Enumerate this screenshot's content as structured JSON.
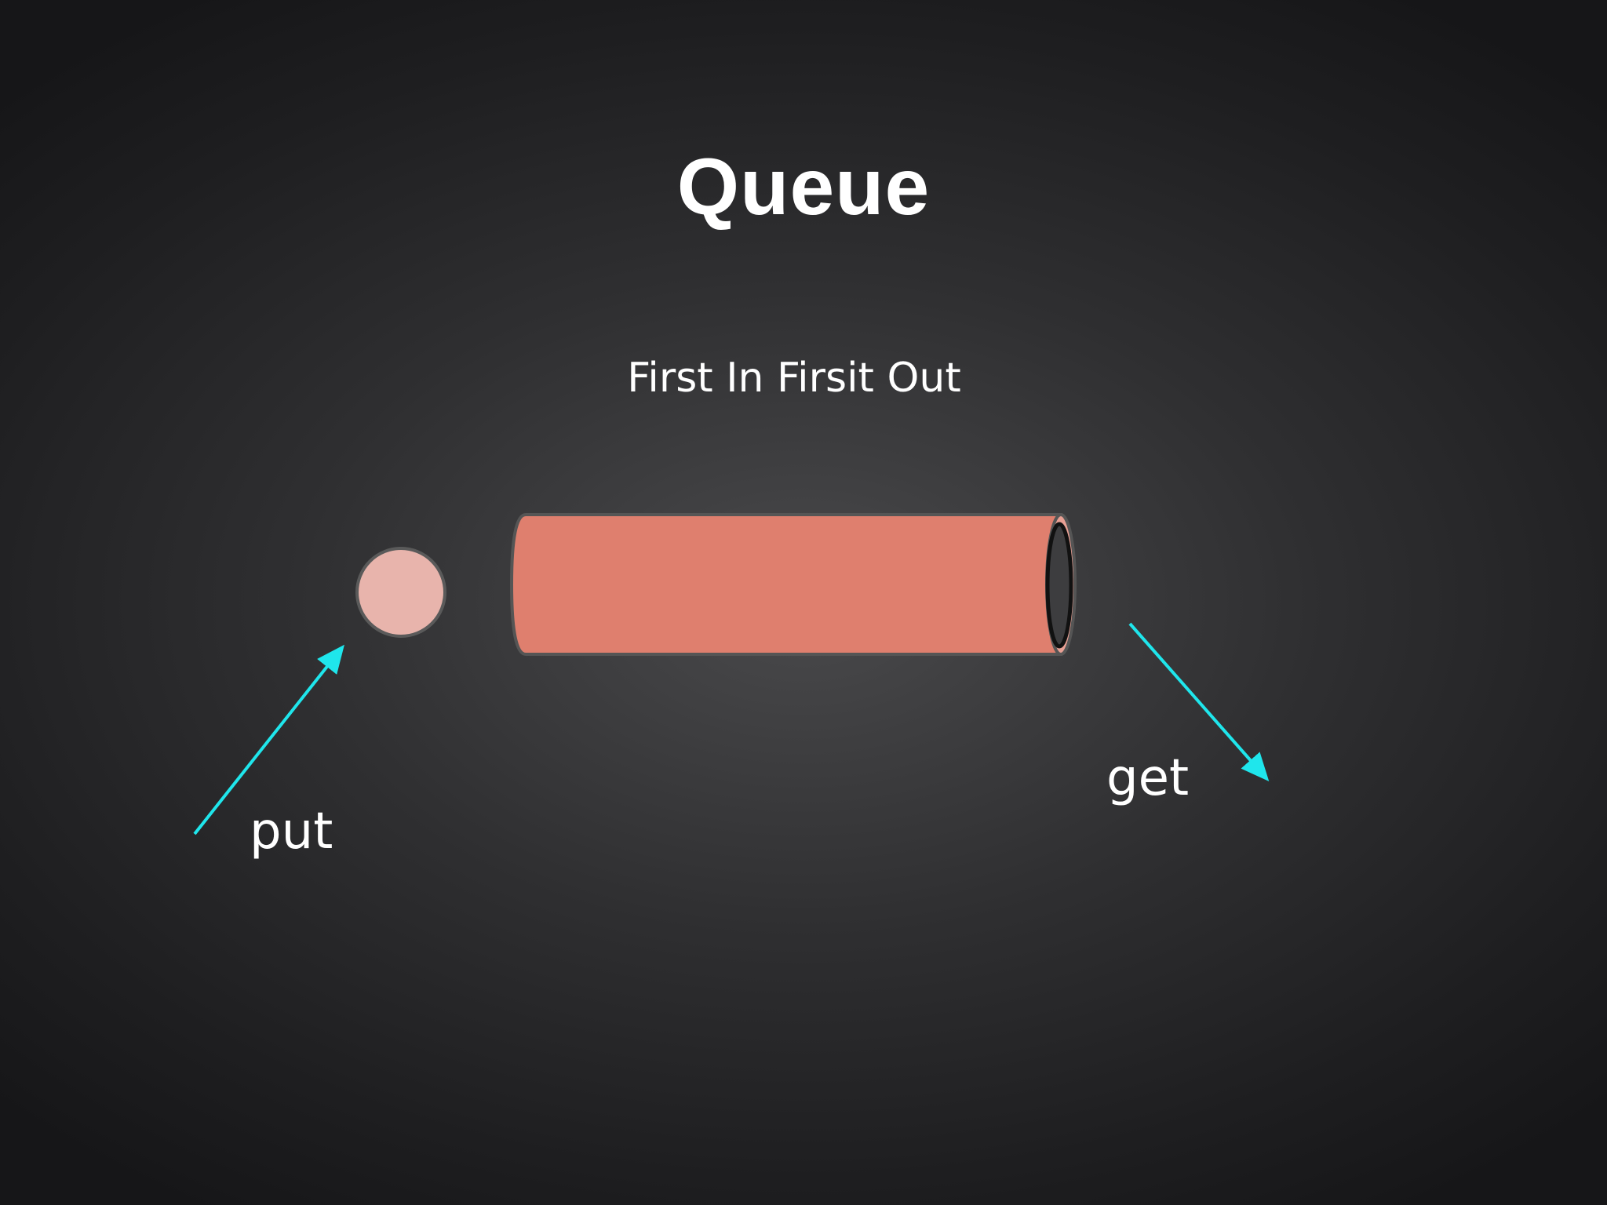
{
  "slide": {
    "title": "Queue",
    "subtitle": "First In Firsit Out"
  },
  "diagram": {
    "put_label": "put",
    "get_label": "get",
    "colors": {
      "tube": "#df7f6e",
      "tube_outline": "#555555",
      "tube_opening": "#3d3d3f",
      "item": "#e8b4ac",
      "item_outline": "#5a5a5a",
      "arrow": "#1fe6ec",
      "text": "#ffffff"
    }
  }
}
